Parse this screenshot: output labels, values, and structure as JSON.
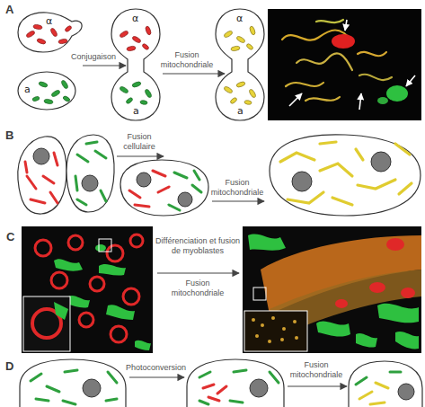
{
  "diagram": {
    "labels": [
      "A",
      "α",
      "a",
      "Conjugaison",
      "α",
      "a",
      "Fusion mitochondriale",
      "α",
      "a",
      "B",
      "Fusion cellulaire",
      "Fusion mitochondriale",
      "C",
      "Différenciation et fusion de myoblastes",
      "Fusion mitochondriale",
      "D",
      "Photoconversion",
      "Fusion mitochondriale"
    ]
  }
}
